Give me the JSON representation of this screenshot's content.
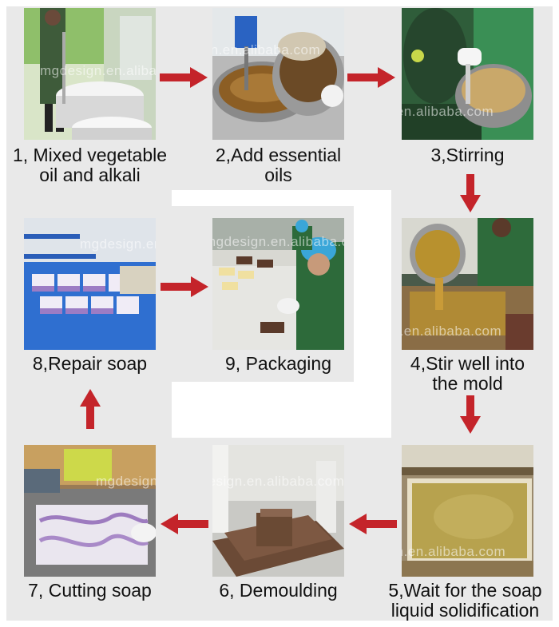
{
  "watermark": "mgdesign.en.alibaba.com",
  "colors": {
    "background": "#e9e9e9",
    "arrow": "#c4242a",
    "text": "#111111"
  },
  "steps": [
    {
      "label_line1": "1, Mixed vegetable",
      "label_line2": "oil and alkali"
    },
    {
      "label_line1": "2,Add essential",
      "label_line2": "oils"
    },
    {
      "label_line1": "3,Stirring",
      "label_line2": ""
    },
    {
      "label_line1": "4,Stir well into",
      "label_line2": "the mold"
    },
    {
      "label_line1": "5,Wait for the soap",
      "label_line2": "liquid solidification"
    },
    {
      "label_line1": "6, Demoulding",
      "label_line2": ""
    },
    {
      "label_line1": "7, Cutting soap",
      "label_line2": ""
    },
    {
      "label_line1": "8,Repair soap",
      "label_line2": ""
    },
    {
      "label_line1": "9, Packaging",
      "label_line2": ""
    }
  ],
  "arrows": [
    "right",
    "right",
    "down",
    "down",
    "left",
    "left",
    "up",
    "right"
  ]
}
